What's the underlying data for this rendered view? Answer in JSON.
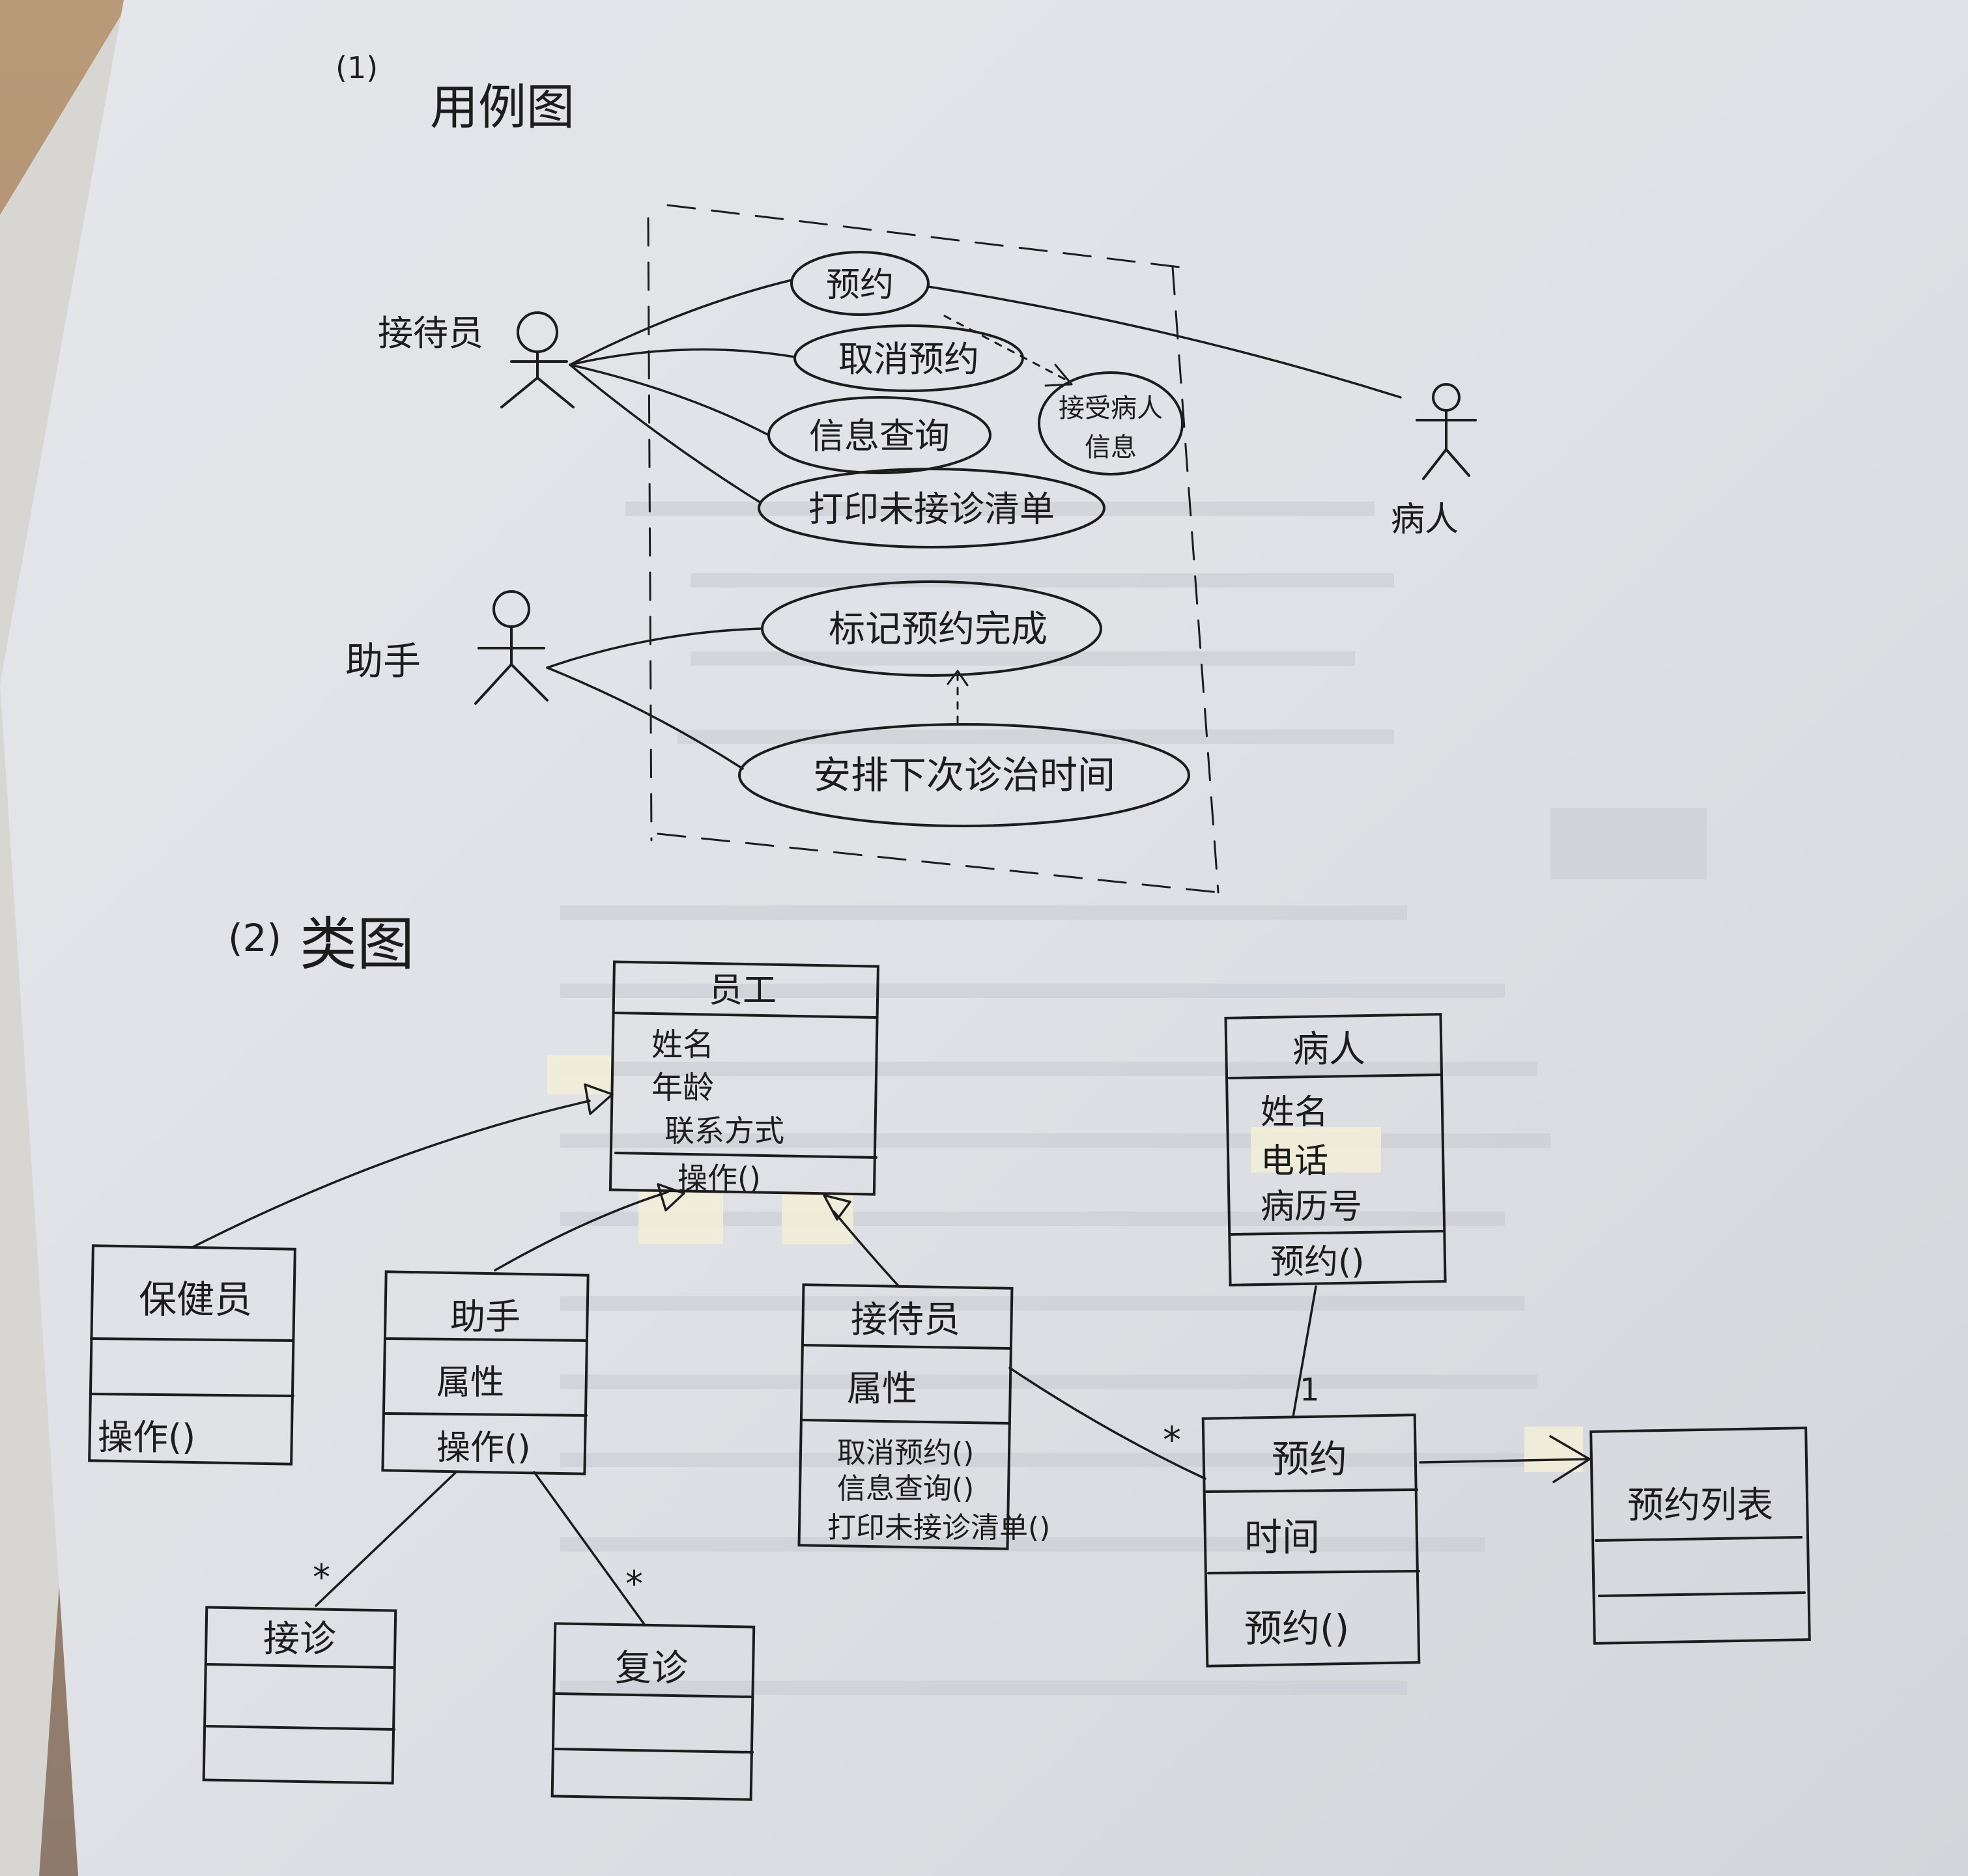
{
  "section1": {
    "label": "(1)",
    "title": "用例图",
    "actors": {
      "receptionist": "接待员",
      "assistant": "助手",
      "patient": "病人"
    },
    "use_cases": {
      "appointment": "预约",
      "cancel": "取消预约",
      "query": "信息查询",
      "print": "打印未接诊清单",
      "patient_info": [
        "接受病人",
        "信息"
      ],
      "mark_done": "标记预约完成",
      "schedule_next": "安排下次诊治时间"
    }
  },
  "section2": {
    "label": "(2)",
    "title": "类图",
    "classes": {
      "employee": {
        "name": "员工",
        "attributes": [
          "姓名",
          "年龄",
          "联系方式"
        ],
        "operations": [
          "操作()"
        ]
      },
      "caretaker": {
        "name": "保健员",
        "attributes": [],
        "operations": [
          "操作()"
        ]
      },
      "assistant": {
        "name": "助手",
        "attributes": [
          "属性"
        ],
        "operations": [
          "操作()"
        ]
      },
      "receptionist": {
        "name": "接待员",
        "attributes": [
          "属性"
        ],
        "operations": [
          "取消预约()",
          "信息查询()",
          "打印未接诊清单()"
        ]
      },
      "patient": {
        "name": "病人",
        "attributes": [
          "姓名",
          "电话",
          "病历号"
        ],
        "operations": [
          "预约()"
        ]
      },
      "appointment": {
        "name": "预约",
        "attributes": [
          "时间"
        ],
        "operations": [
          "预约()"
        ]
      },
      "appointment_list": {
        "name": "预约列表",
        "attributes": [],
        "operations": []
      },
      "reception": {
        "name": "接诊",
        "attributes": [],
        "operations": []
      },
      "revisit": {
        "name": "复诊",
        "attributes": [],
        "operations": []
      }
    },
    "multiplicities": {
      "receptionist_appointment_star": "*",
      "patient_appointment_one": "1",
      "assistant_reception_star": "*",
      "assistant_revisit_star": "*"
    }
  }
}
